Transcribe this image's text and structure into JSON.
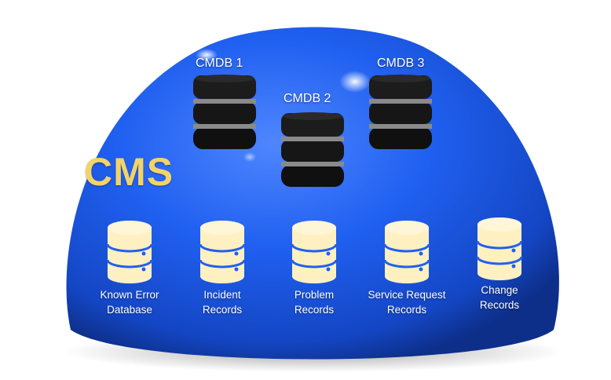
{
  "title": "CMS",
  "cmdbs": [
    {
      "label": "CMDB 1"
    },
    {
      "label": "CMDB 2"
    },
    {
      "label": "CMDB 3"
    }
  ],
  "records": [
    {
      "line1": "Known Error",
      "line2": "Database"
    },
    {
      "line1": "Incident",
      "line2": "Records"
    },
    {
      "line1": "Problem",
      "line2": "Records"
    },
    {
      "line1": "Service Request",
      "line2": "Records"
    },
    {
      "line1": "Change",
      "line2": "Records"
    }
  ],
  "colors": {
    "dome": "#1f5fe6",
    "cms_text": "#f2d36a",
    "record_db": "#fff0c2",
    "cmdb_db": "#1a1a1a"
  }
}
